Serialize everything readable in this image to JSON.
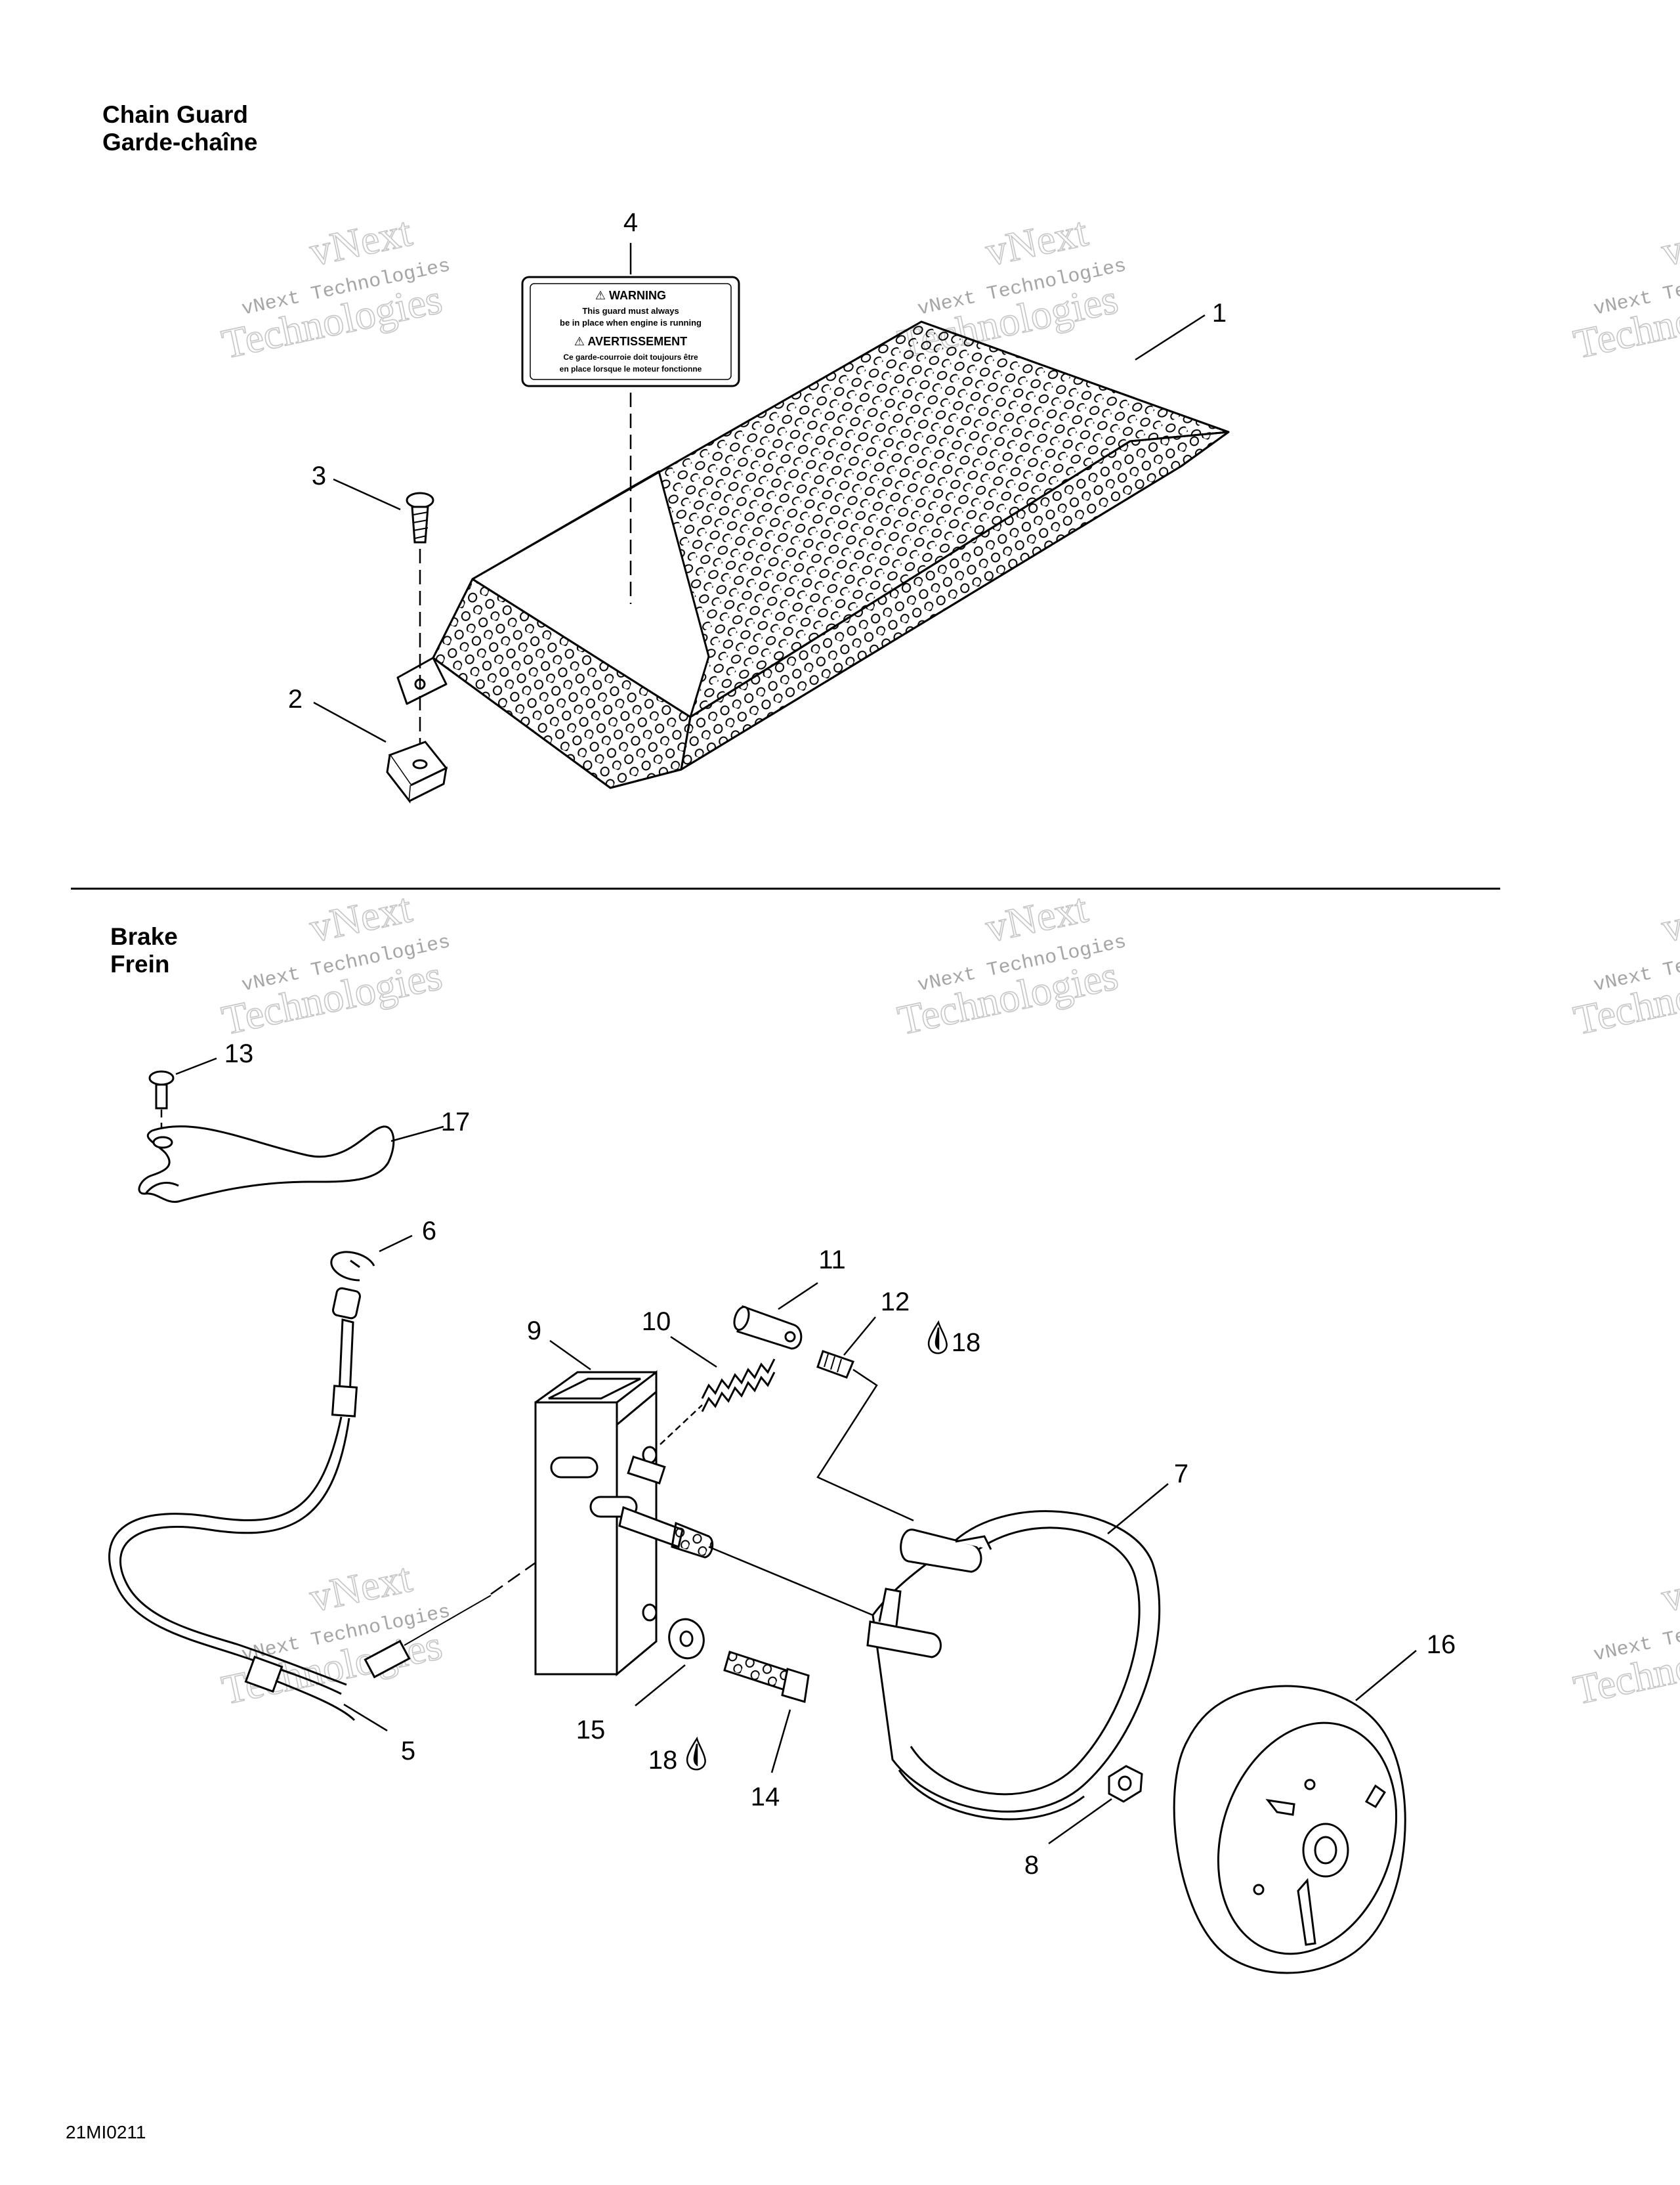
{
  "sections": {
    "chain_guard": {
      "title_en": "Chain Guard",
      "title_fr": "Garde-chaîne"
    },
    "brake": {
      "title_en": "Brake",
      "title_fr": "Frein"
    }
  },
  "watermark": {
    "line1": "vNext",
    "line2": "vNext Technologies",
    "line3": "Technologies"
  },
  "label": {
    "line1": "⚠ WARNING",
    "line2": "This guard must always",
    "line3": "be in place when engine is running",
    "line4": "⚠ AVERTISSEMENT",
    "line5": "Ce garde-courroie doit toujours être",
    "line6": "en place lorsque le moteur fonctionne"
  },
  "callouts": {
    "c1": "1",
    "c2": "2",
    "c3": "3",
    "c4": "4",
    "c5": "5",
    "c6": "6",
    "c7": "7",
    "c8": "8",
    "c9": "9",
    "c10": "10",
    "c11": "11",
    "c12": "12",
    "c13": "13",
    "c14": "14",
    "c15": "15",
    "c16": "16",
    "c17": "17",
    "c18a": "18",
    "c18b": "18"
  },
  "figure_id": "21MI0211"
}
